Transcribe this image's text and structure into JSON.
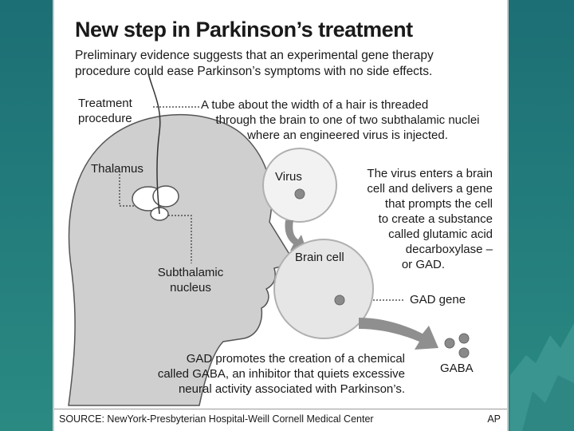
{
  "title": "New step in Parkinson’s treatment",
  "subtitle_lines": [
    "Preliminary evidence suggests that an experimental gene therapy",
    "procedure could ease Parkinson’s symptoms with no side effects."
  ],
  "labels": {
    "treatment_procedure": [
      "Treatment",
      "procedure"
    ],
    "tube_note": [
      "A tube about the width of a hair is threaded",
      "through the brain to one of two subthalamic nuclei",
      "where an engineered virus is injected."
    ],
    "thalamus": "Thalamus",
    "subthalamic_nucleus": [
      "Subthalamic",
      "nucleus"
    ],
    "virus": "Virus",
    "virus_note": [
      "The virus enters a brain",
      "cell and delivers a gene",
      "that prompts the cell",
      "to create a substance",
      "called glutamic acid",
      "decarboxylase –",
      "or GAD."
    ],
    "brain_cell": "Brain cell",
    "gad_gene": "GAD gene",
    "gaba": "GABA",
    "gad_note": [
      "GAD promotes the creation of a chemical",
      "called GABA, an inhibitor that quiets excessive",
      "neural activity associated with Parkinson’s."
    ]
  },
  "source": "SOURCE: NewYork-Presbyterian Hospital-Weill Cornell Medical Center",
  "credit": "AP",
  "colors": {
    "background": "#1f7a78",
    "panel": "#ffffff",
    "head_fill": "#cfcfcf",
    "cell_fill": "#e6e6e6",
    "dot": "#8a8a8a",
    "arrow": "#8f8f8f"
  }
}
